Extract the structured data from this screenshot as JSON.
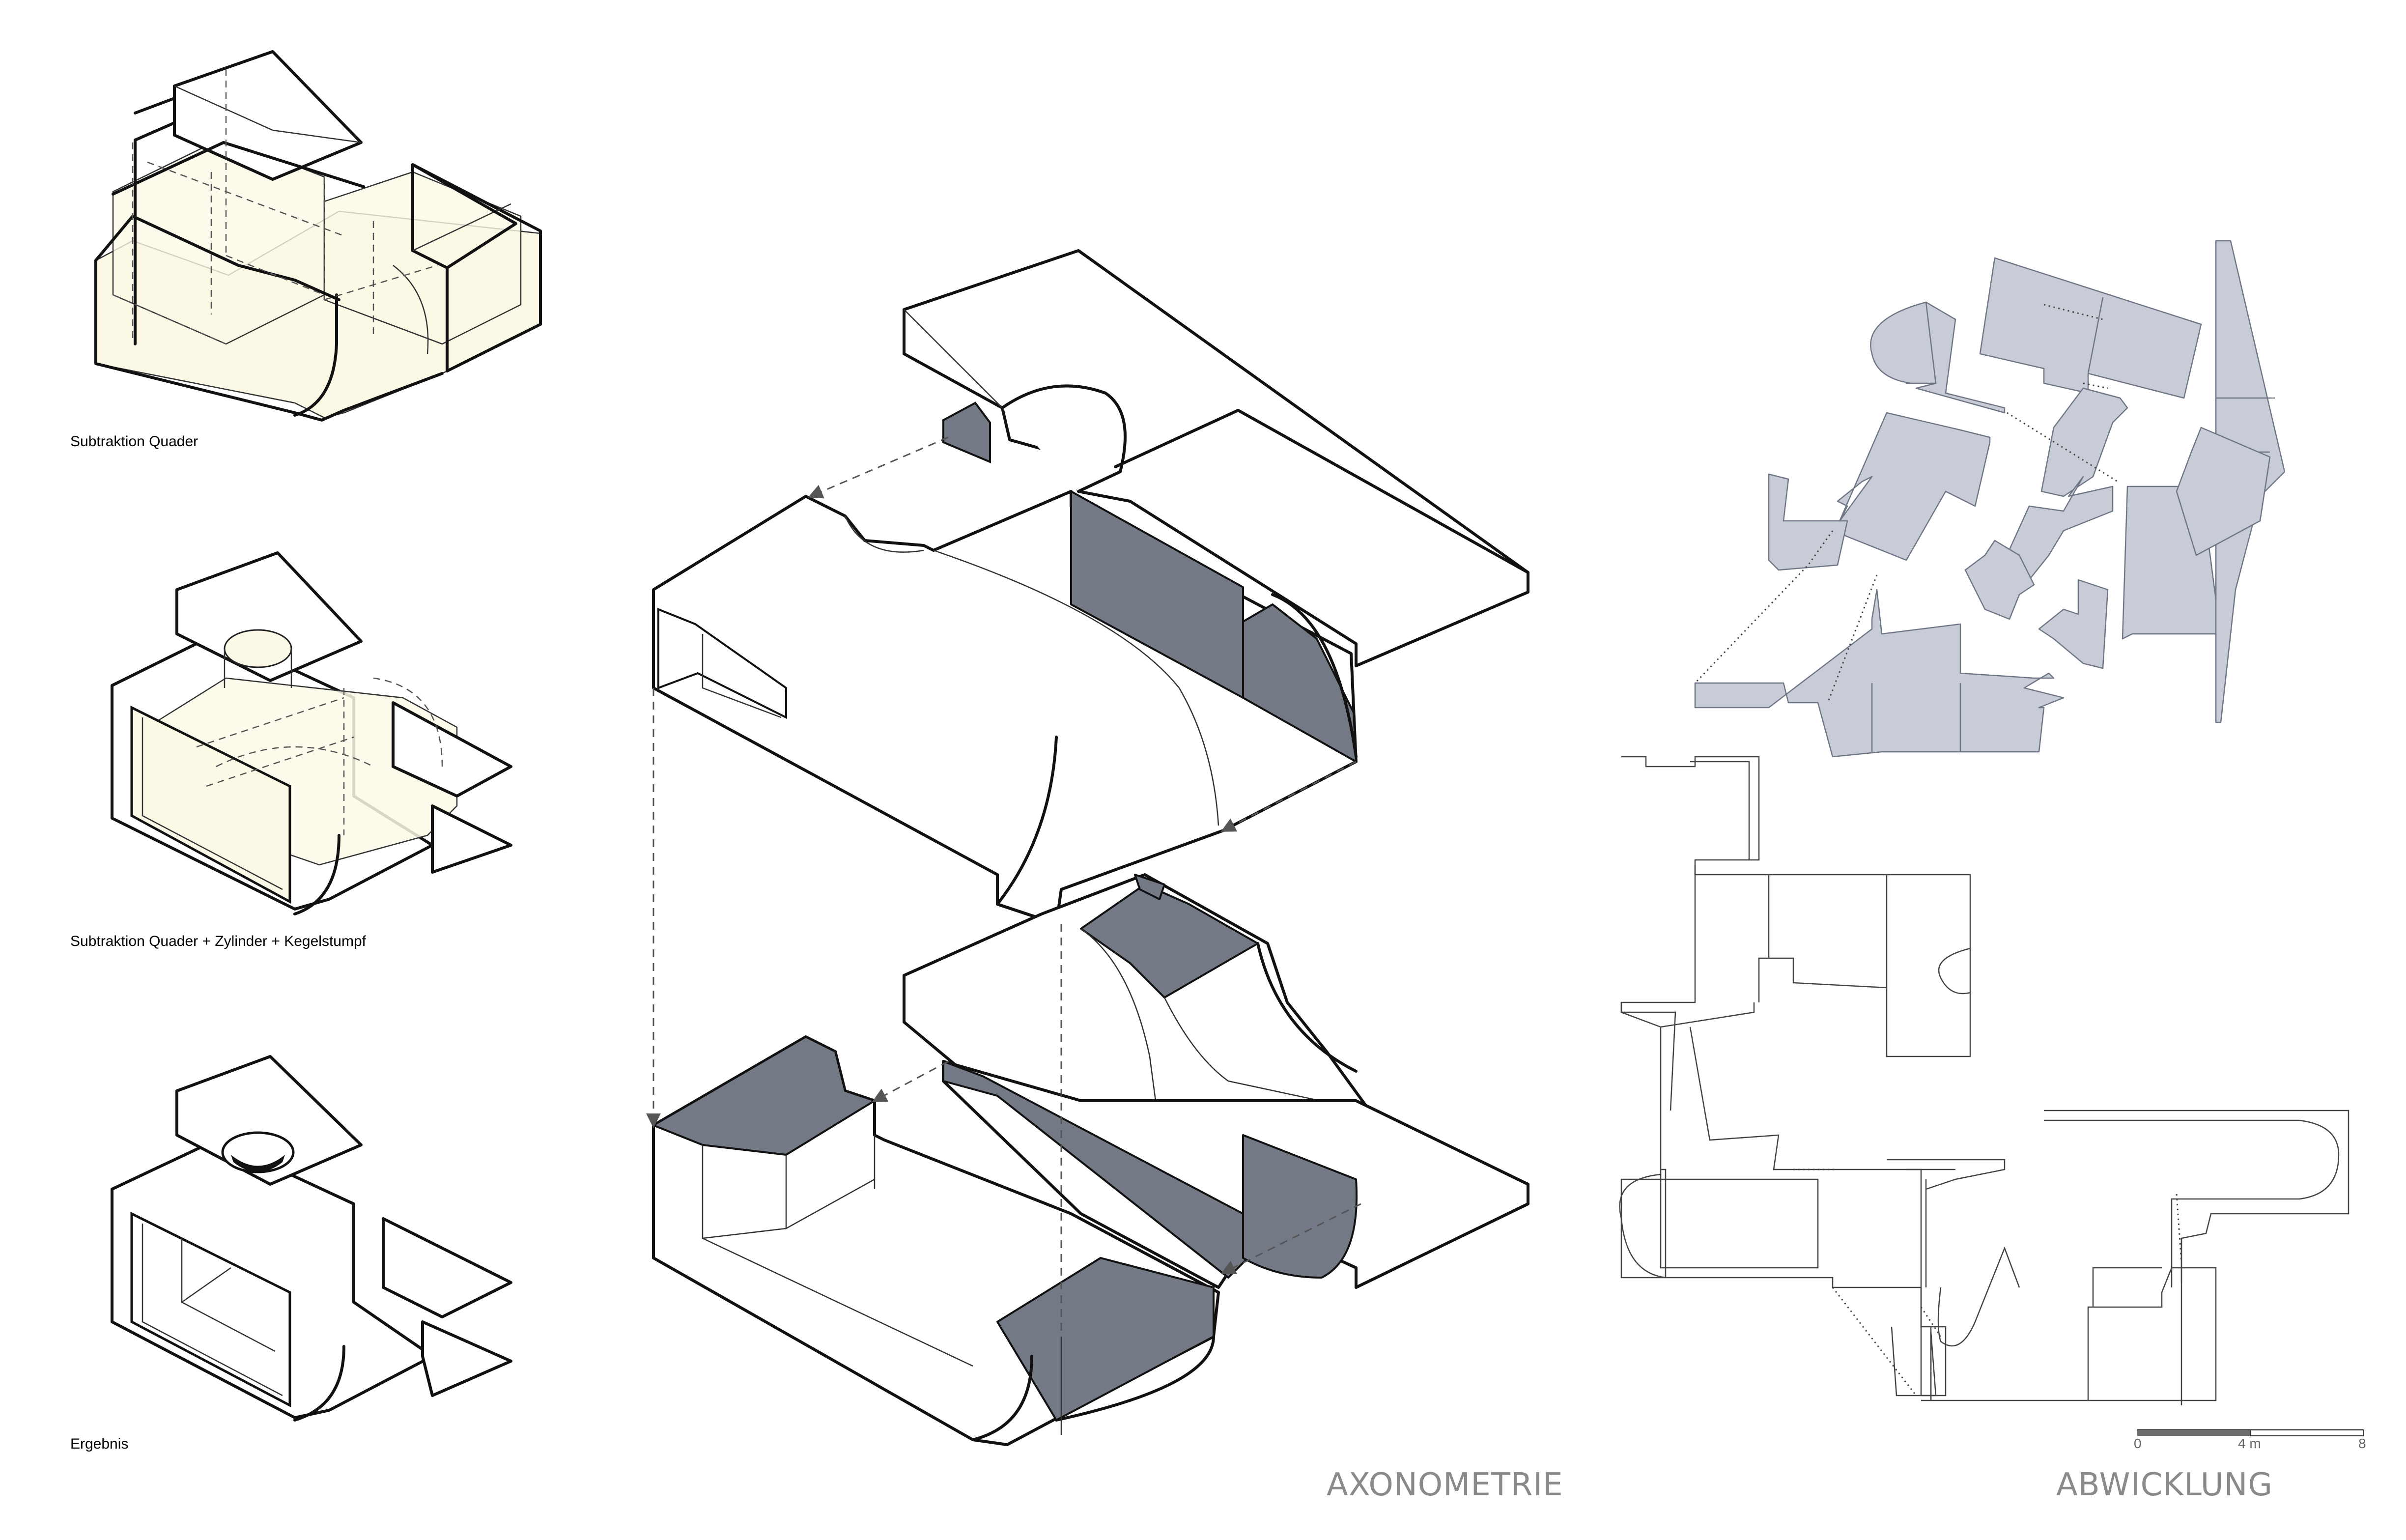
{
  "captions": {
    "step1": "Subtraktion Quader",
    "step2": "Subtraktion Quader + Zylinder + Kegelstumpf",
    "step3": "Ergebnis"
  },
  "labels": {
    "axonometry": "AXONOMETRIE",
    "unfolding": "ABWICKLUNG"
  },
  "scale_bar": {
    "start": "0",
    "mid": "4 m",
    "end": "8"
  },
  "colors": {
    "shade": "#737a86",
    "cream": "#fbf9e6",
    "net_fill": "#c7ccd6",
    "line": "#111111"
  }
}
